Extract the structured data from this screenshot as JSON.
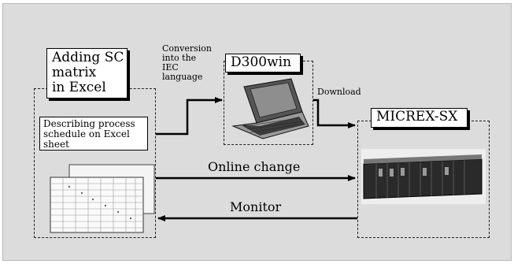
{
  "excel_group": {
    "title_line1": "Adding SC",
    "title_line2": "matrix",
    "title_line3": "in Excel",
    "describe_line1": "Describing process",
    "describe_line2": "schedule on Excel",
    "describe_line3": "sheet"
  },
  "conversion": {
    "line1": "Conversion",
    "line2": "into the",
    "line3": "IEC",
    "line4": "language"
  },
  "d300": {
    "title": "D300win"
  },
  "download": {
    "label": "Download"
  },
  "micrex": {
    "title": "MICREX-SX"
  },
  "online_change": {
    "label": "Online change"
  },
  "monitor": {
    "label": "Monitor"
  }
}
